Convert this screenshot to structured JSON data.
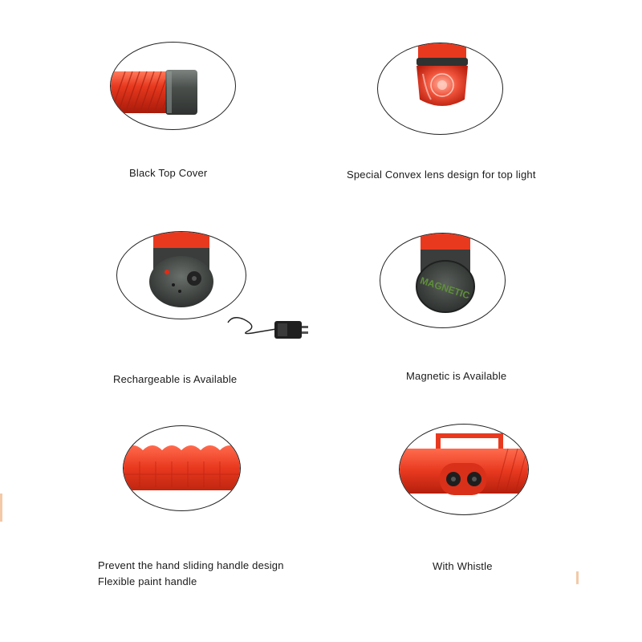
{
  "features": [
    {
      "id": "top-cover",
      "caption": "Black Top Cover",
      "icon": "black-top-cover-photo"
    },
    {
      "id": "convex-lens",
      "caption": "Special Convex lens design for top light",
      "icon": "convex-lens-photo"
    },
    {
      "id": "rechargeable",
      "caption": "Rechargeable is Available",
      "icon": "charging-port-photo"
    },
    {
      "id": "magnetic",
      "caption": "Magnetic is Available",
      "icon": "magnetic-base-photo",
      "stamp": "MAGNETIC"
    },
    {
      "id": "handle",
      "caption_lines": [
        "Prevent the hand sliding handle design",
        "Flexible paint handle"
      ],
      "icon": "handle-photo"
    },
    {
      "id": "whistle",
      "caption": "With Whistle",
      "icon": "whistle-photo"
    }
  ],
  "colors": {
    "baton_red": "#e8391f",
    "baton_dark_red": "#b8200e",
    "cap_gray": "#4a4f4c",
    "outline": "#222222"
  }
}
